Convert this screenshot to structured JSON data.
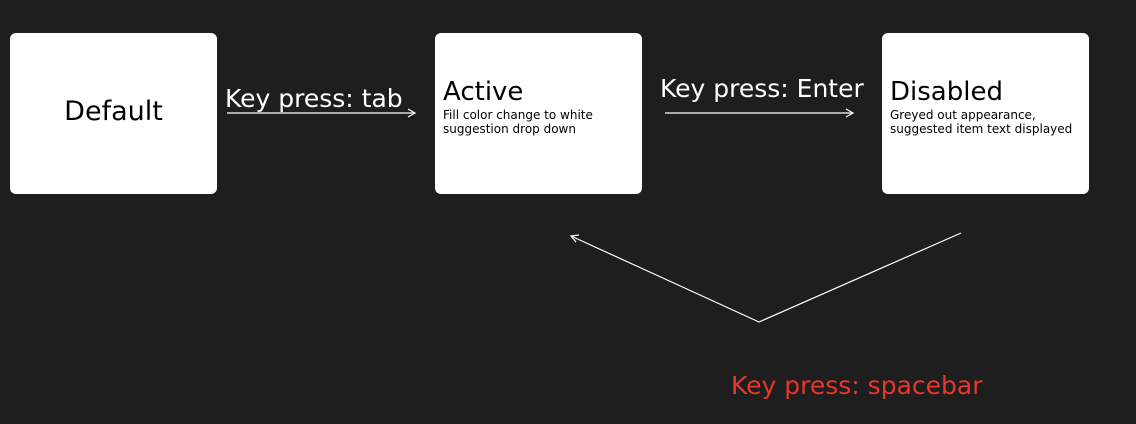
{
  "colors": {
    "background": "#1e1e1e",
    "box_fill": "#ffffff",
    "line": "#ffffff",
    "spacebar_label": "#e8372a"
  },
  "states": {
    "default": {
      "title": "Default"
    },
    "active": {
      "title": "Active",
      "description_line1": "Fill color change to white",
      "description_line2": "suggestion drop down"
    },
    "disabled": {
      "title": "Disabled",
      "description_line1": "Greyed out appearance,",
      "description_line2": "suggested item text displayed"
    }
  },
  "transitions": {
    "tab": {
      "label": "Key press: tab"
    },
    "enter": {
      "label": "Key press: Enter"
    },
    "spacebar": {
      "label": "Key press: spacebar"
    }
  }
}
